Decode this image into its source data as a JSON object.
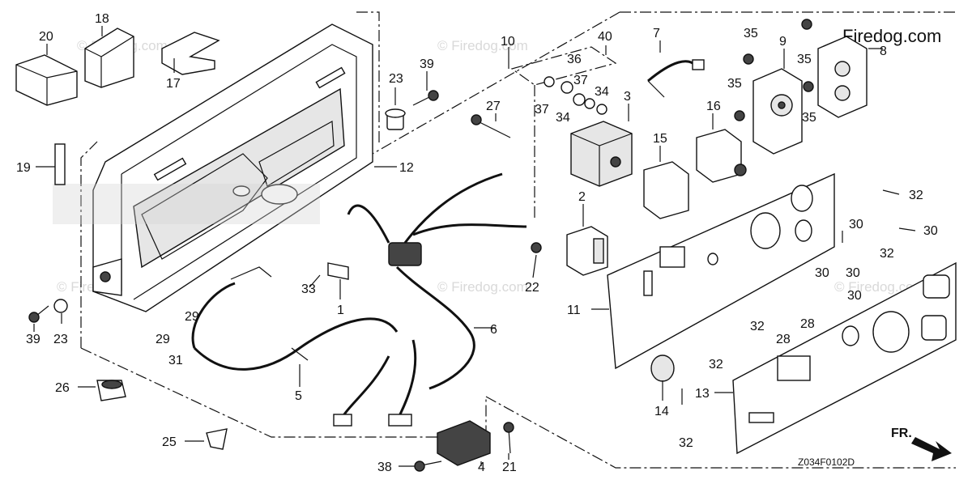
{
  "diagram_code": "Z034F0102D",
  "watermark_brand": "Firedog.com",
  "watermark_text": "© Firedog.com",
  "direction_label": "FR.",
  "part_labels": {
    "p1": "1",
    "p2": "2",
    "p3": "3",
    "p4": "4",
    "p5": "5",
    "p6": "6",
    "p7": "7",
    "p8": "8",
    "p9": "9",
    "p10": "10",
    "p11": "11",
    "p12": "12",
    "p13": "13",
    "p14": "14",
    "p15": "15",
    "p16": "16",
    "p17": "17",
    "p18": "18",
    "p19": "19",
    "p20": "20",
    "p21": "21",
    "p22": "22",
    "p23": "23",
    "p25": "25",
    "p26": "26",
    "p27": "27",
    "p28": "28",
    "p29": "29",
    "p30": "30",
    "p31": "31",
    "p32": "32",
    "p33": "33",
    "p34": "34",
    "p35": "35",
    "p36": "36",
    "p37": "37",
    "p38": "38",
    "p39": "39",
    "p40": "40"
  }
}
